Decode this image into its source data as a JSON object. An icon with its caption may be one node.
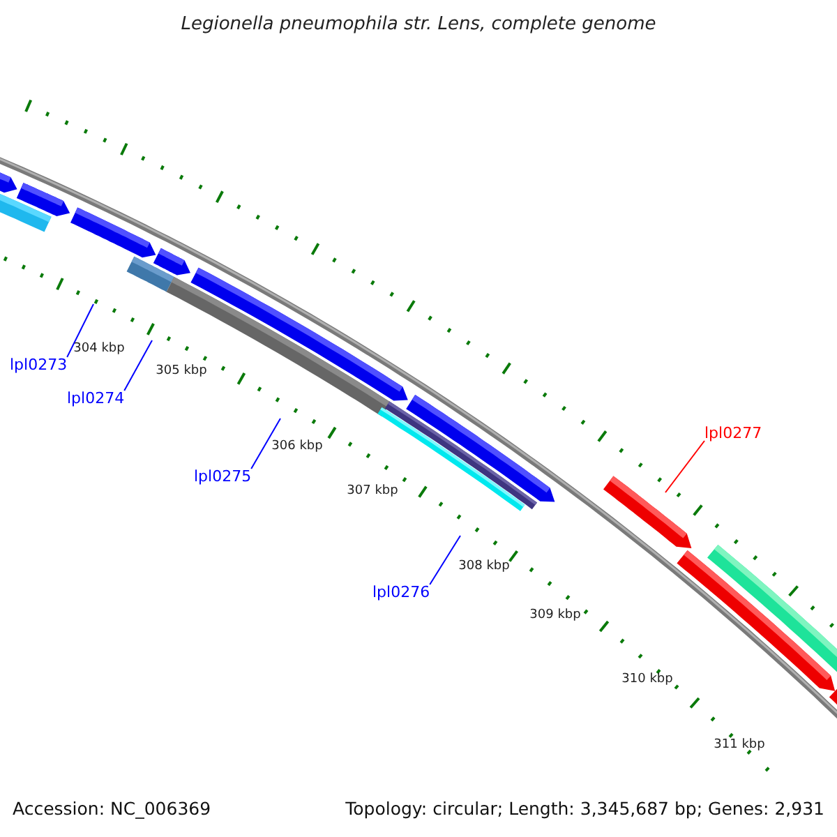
{
  "diagram": {
    "title": "Legionella pneumophila str. Lens, complete genome",
    "nodes": [
      {
        "text": [
          "lpl0273"
        ]
      },
      {
        "text": [
          "lpl0274"
        ]
      },
      {
        "text": [
          "lpl0275"
        ]
      },
      {
        "text": [
          "lpl0276"
        ]
      },
      {
        "text": [
          "lpl0277"
        ]
      }
    ],
    "edges": [
      {
        "from": 0,
        "to": null,
        "arrow": "none"
      },
      {
        "from": 1,
        "to": null,
        "arrow": "none"
      },
      {
        "from": 2,
        "to": null,
        "arrow": "none"
      },
      {
        "from": 3,
        "to": null,
        "arrow": "none"
      },
      {
        "from": 4,
        "to": null,
        "arrow": "none",
        "color": "#ff0000"
      }
    ],
    "labels": [
      "304 kbp",
      "305 kbp",
      "306 kbp",
      "307 kbp",
      "308 kbp",
      "309 kbp",
      "310 kbp",
      "311 kbp",
      "Accession: NC_006369",
      "Topology: circular; Length: 3,345,687 bp; Genes: 2,931"
    ]
  }
}
